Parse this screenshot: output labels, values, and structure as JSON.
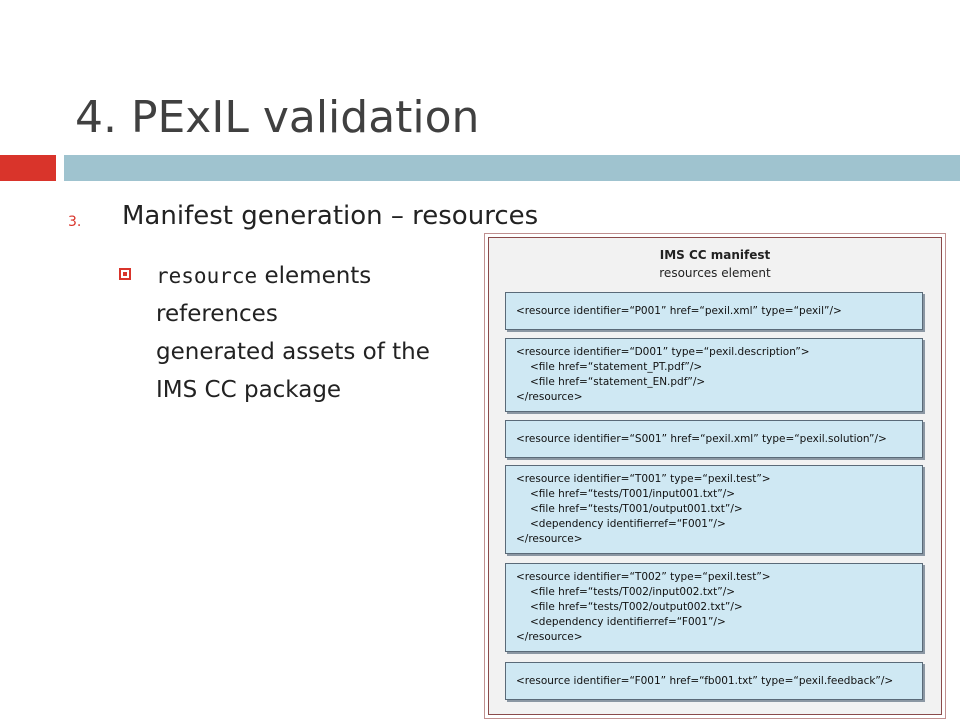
{
  "slide": {
    "title": "4. PExIL validation",
    "subheading_number": "3.",
    "subheading_text": "Manifest generation – resources",
    "bullet": {
      "code": "resource",
      "text_after_code": " elements",
      "lines": [
        "references",
        "generated assets of the",
        "IMS CC package"
      ]
    }
  },
  "manifest": {
    "title": "IMS CC manifest",
    "subtitle": "resources element",
    "resources": [
      {
        "lines": [
          "<resource identifier=“P001” href=“pexil.xml” type=“pexil”/>"
        ]
      },
      {
        "lines": [
          "<resource identifier=“D001” type=“pexil.description”>",
          "<file href=“statement_PT.pdf”/>",
          "<file href=“statement_EN.pdf”/>",
          "</resource>"
        ]
      },
      {
        "lines": [
          "<resource identifier=“S001” href=“pexil.xml” type=“pexil.solution”/>"
        ]
      },
      {
        "lines": [
          "<resource identifier=“T001” type=“pexil.test”>",
          "<file href=“tests/T001/input001.txt”/>",
          "<file href=“tests/T001/output001.txt”/>",
          "<dependency identifierref=“F001”/>",
          "</resource>"
        ]
      },
      {
        "lines": [
          "<resource identifier=“T002” type=“pexil.test”>",
          "<file href=“tests/T002/input002.txt”/>",
          "<file href=“tests/T002/output002.txt”/>",
          "<dependency identifierref=“F001”/>",
          "</resource>"
        ]
      },
      {
        "lines": [
          "<resource identifier=“F001” href=“fb001.txt” type=“pexil.feedback”/>"
        ]
      }
    ]
  },
  "colors": {
    "accent_red": "#d9342b",
    "accent_blue": "#9fc3cf",
    "box_fill": "#cfe8f3"
  }
}
